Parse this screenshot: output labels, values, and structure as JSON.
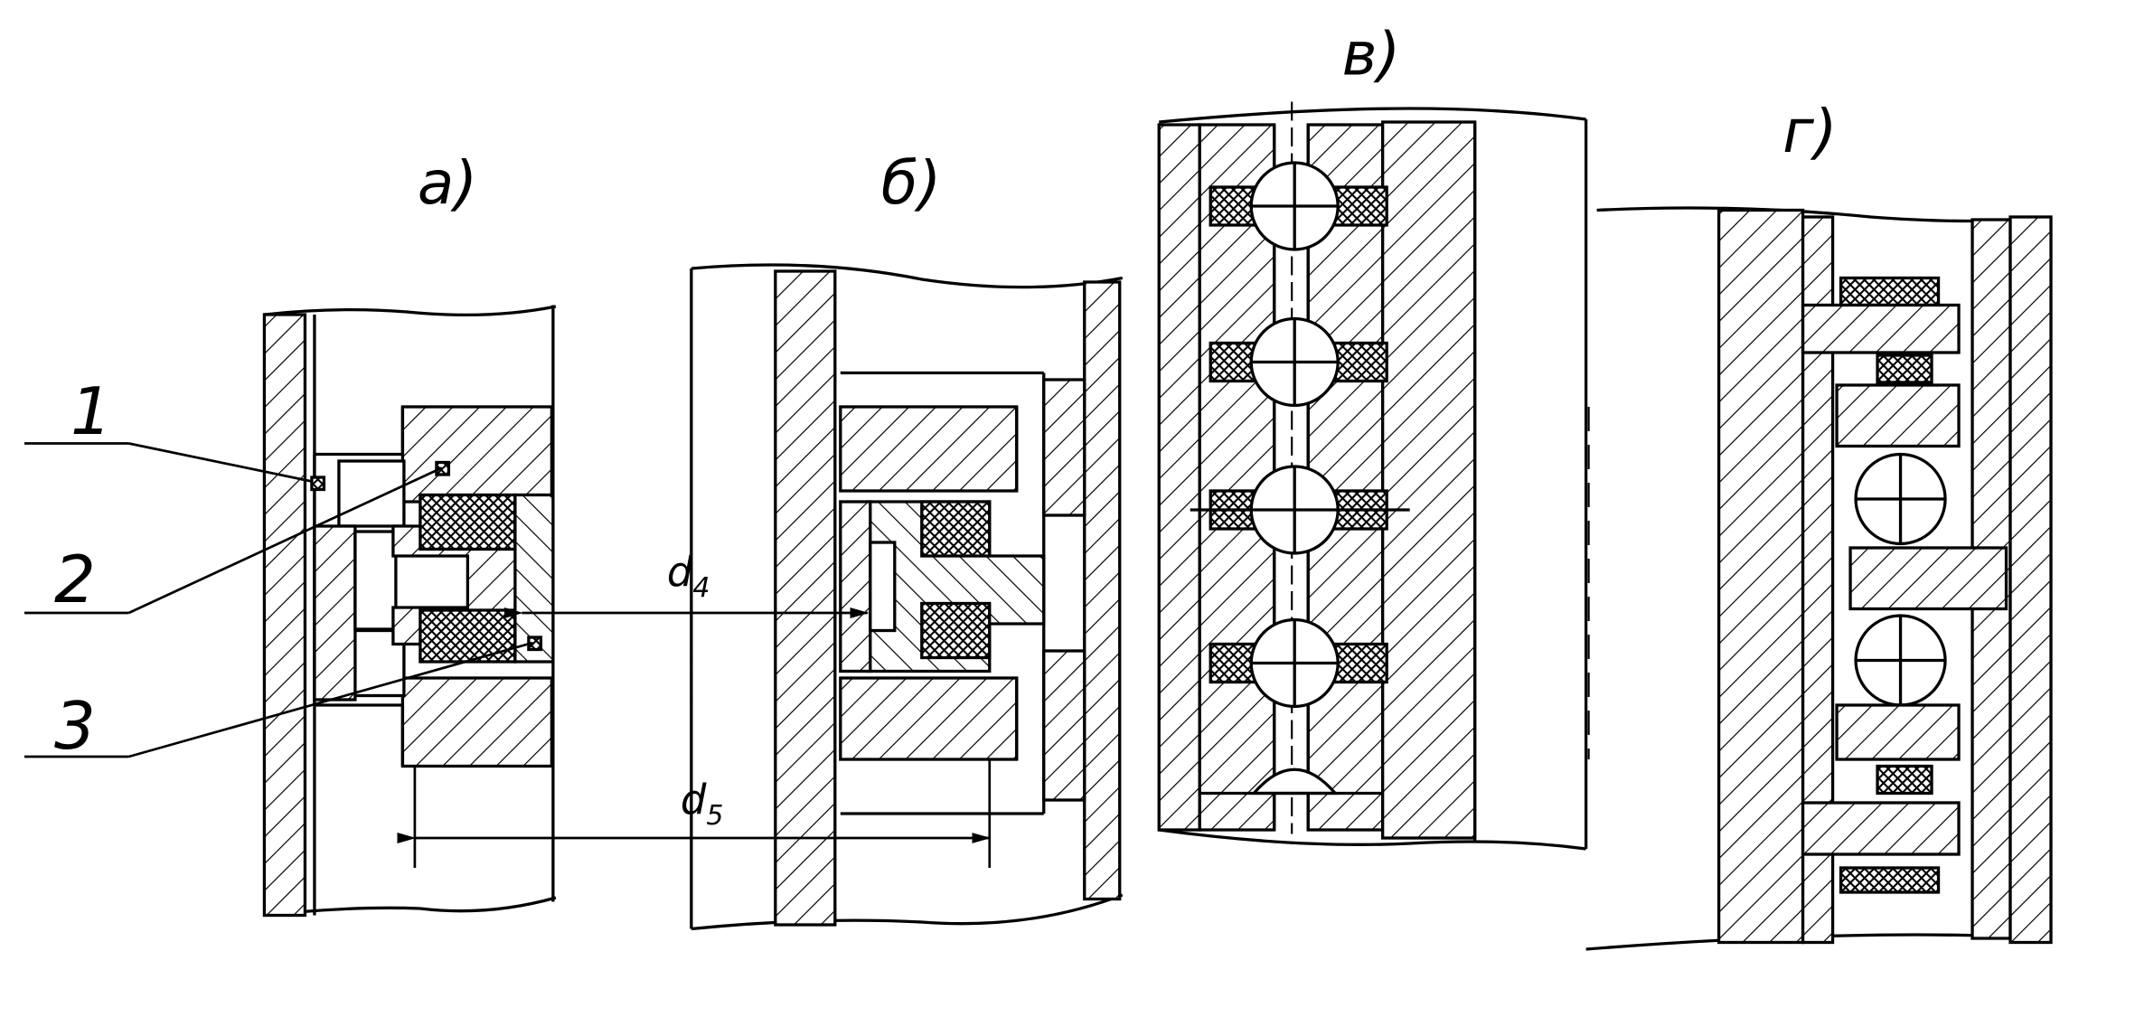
{
  "panels": {
    "a": "а)",
    "b": "б)",
    "v": "в)",
    "g": "г)"
  },
  "callouts": [
    "1",
    "2",
    "3"
  ],
  "dimensions": {
    "inner": "d4",
    "outer": "d5"
  },
  "colors": {
    "ink": "#000000",
    "paper": "#ffffff"
  }
}
